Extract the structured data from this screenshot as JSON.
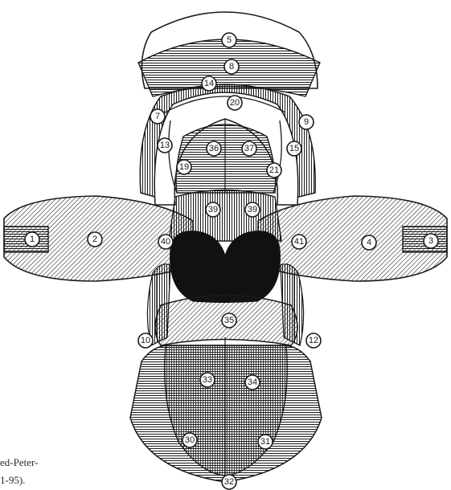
{
  "labels": [
    "1",
    "2",
    "3",
    "4",
    "5",
    "8",
    "14",
    "20",
    "7",
    "9",
    "13",
    "15",
    "19",
    "21",
    "36",
    "37",
    "39",
    "40",
    "41",
    "10",
    "12",
    "35",
    "33",
    "34",
    "30",
    "31",
    "32"
  ],
  "caption": {
    "line1": "ed-Peter-",
    "line2": "1-95)."
  },
  "colors": {
    "ink": "#1a1a1a",
    "background": "#ffffff",
    "tongue_shadow": "#111111"
  }
}
